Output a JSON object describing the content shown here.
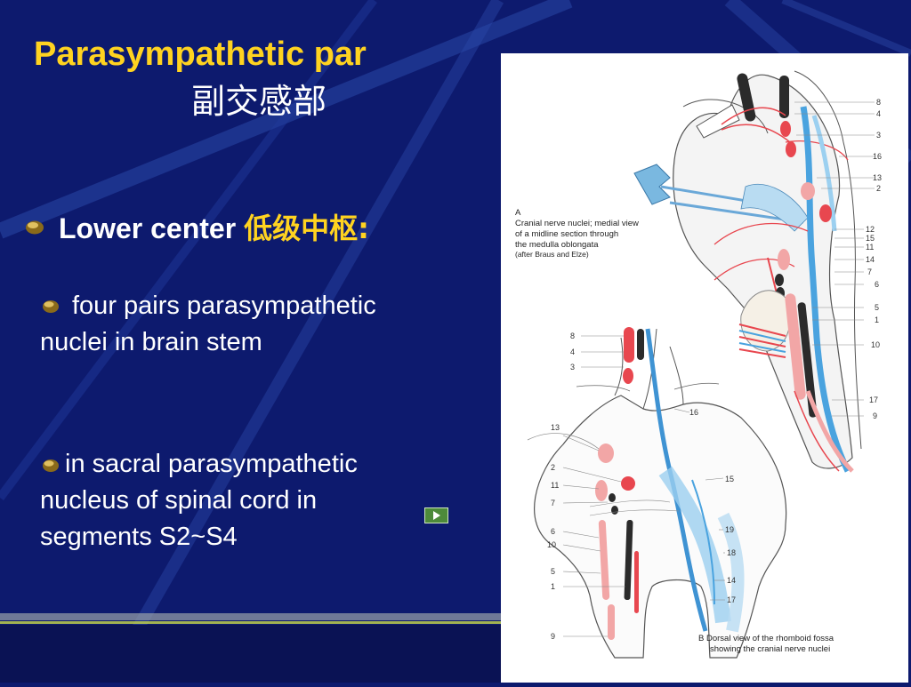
{
  "slide": {
    "title": "Parasympathetic par",
    "subtitle": "副交感部",
    "heading": {
      "text_en": "Lower center ",
      "text_cn": "低级中枢",
      "suffix": ":"
    },
    "points": [
      {
        "text": "four pairs parasympathetic nuclei in brain stem"
      },
      {
        "text": "in sacral parasympathetic nucleus of spinal cord in segments S2~S4"
      }
    ],
    "play_icon": "play-triangle-icon"
  },
  "figure": {
    "caption_a": {
      "line1": "A",
      "line2": "Cranial nerve nuclei; medial view",
      "line3": "of a midline section through",
      "line4": "the medulla oblongata",
      "line5": "(after Braus and Elze)"
    },
    "caption_b": {
      "line1": "B  Dorsal view of the rhomboid fossa",
      "line2": "showing the cranial nerve nuclei"
    },
    "labels_a": [
      "8",
      "4",
      "3",
      "16",
      "13",
      "2",
      "12",
      "15",
      "11",
      "14",
      "7",
      "6",
      "5",
      "1",
      "10",
      "17",
      "9"
    ],
    "labels_b_left": [
      "8",
      "4",
      "3",
      "13",
      "2",
      "11",
      "7",
      "6",
      "10",
      "5",
      "1",
      "9"
    ],
    "labels_b_right": [
      "16",
      "15",
      "19",
      "18",
      "14",
      "17"
    ]
  },
  "colors": {
    "background": "#0d1a6e",
    "title": "#ffd320",
    "text": "#ffffff",
    "accent_red": "#e8474f",
    "accent_blue": "#4aa3df"
  }
}
